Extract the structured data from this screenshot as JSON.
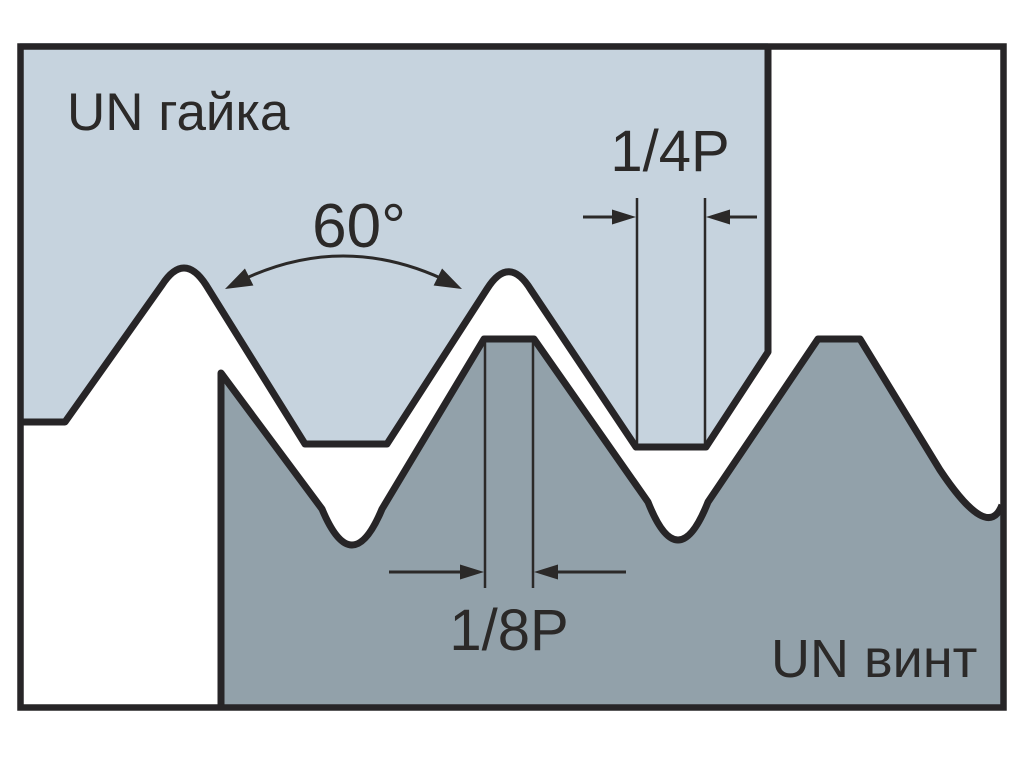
{
  "diagram": {
    "nut_label": "UN гайка",
    "screw_label": "UN винт",
    "angle_label": "60°",
    "quarter_pitch_label": "1/4P",
    "eighth_pitch_label": "1/8P"
  },
  "colors": {
    "background": "#ffffff",
    "nut_fill": "#c6d3de",
    "screw_fill": "#92a1aa",
    "outline": "#272527",
    "ink": "#2b2928"
  }
}
